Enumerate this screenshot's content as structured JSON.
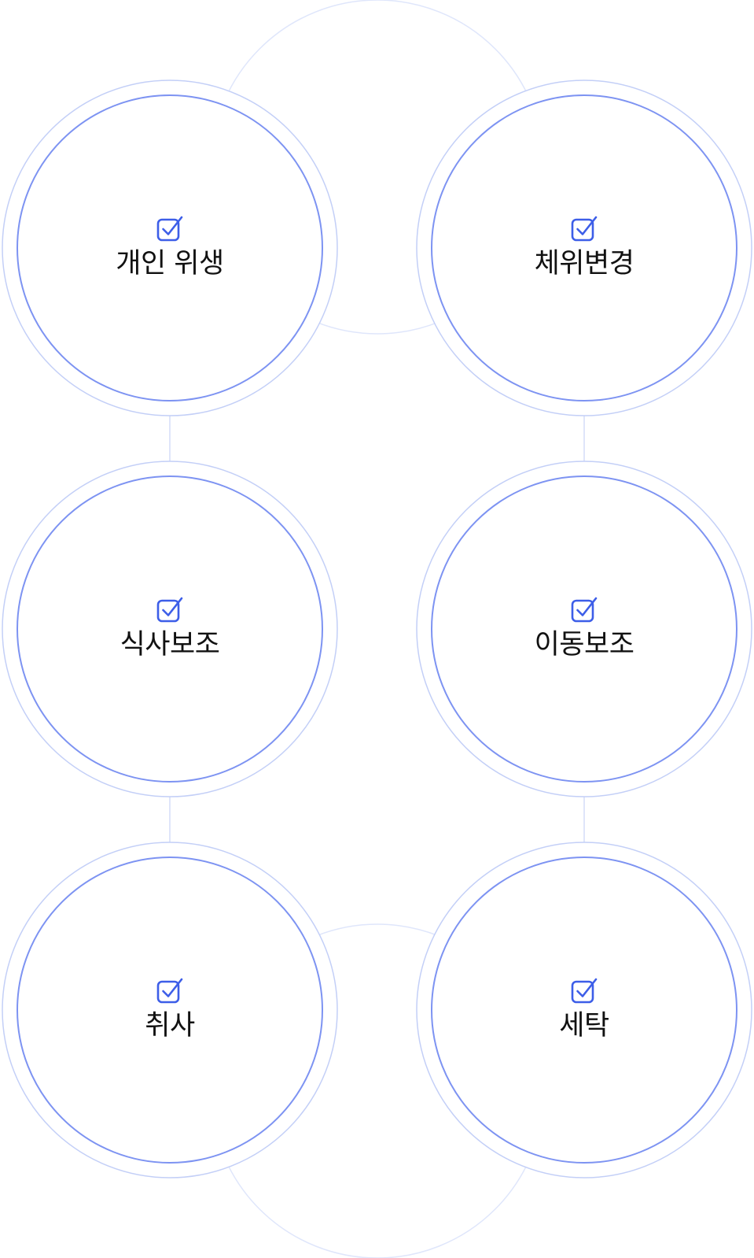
{
  "colors": {
    "outer_ring": "#c3cff7",
    "inner_ring": "#7d93f2",
    "connector": "#d4dcf8",
    "backdrop_ring": "#dfe6fb",
    "check_icon": "#3d5ee8",
    "text": "#111111"
  },
  "icon": "checkbox-checked-icon",
  "services": [
    {
      "label": "개인 위생"
    },
    {
      "label": "체위변경"
    },
    {
      "label": "식사보조"
    },
    {
      "label": "이동보조"
    },
    {
      "label": "취사"
    },
    {
      "label": "세탁"
    }
  ]
}
